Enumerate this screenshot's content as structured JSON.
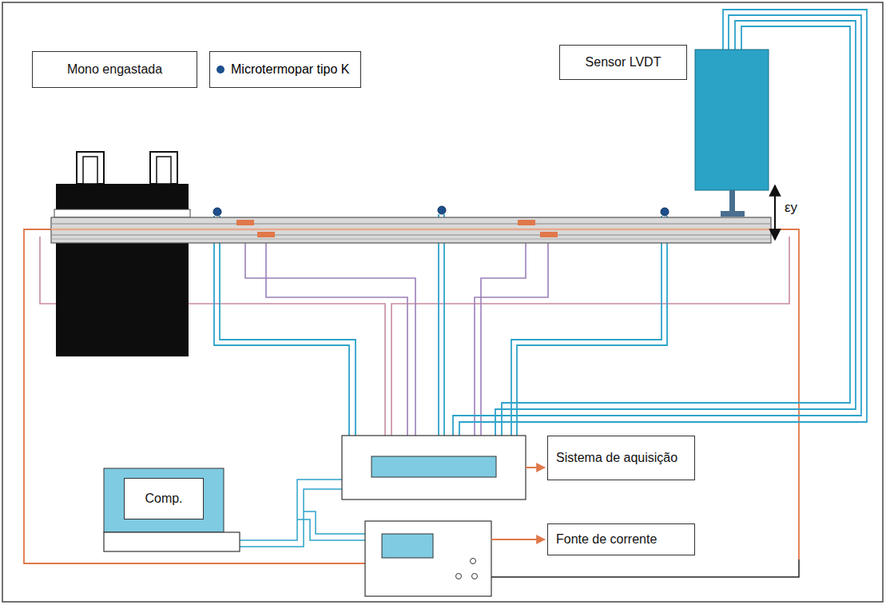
{
  "diagram": {
    "nodes": [
      {
        "text": [
          "Mono engastada"
        ]
      },
      {
        "text": [
          "Sensor LVDT"
        ]
      },
      {
        "text": [
          "Comp."
        ]
      },
      {
        "text": [
          "Sistema de aquisição"
        ]
      },
      {
        "text": [
          "Fonte de corrente"
        ]
      }
    ],
    "labels": [
      "εy"
    ],
    "legend": [
      {
        "text": "Microtermopar tipo K",
        "color": "#1d4f8c"
      }
    ]
  }
}
